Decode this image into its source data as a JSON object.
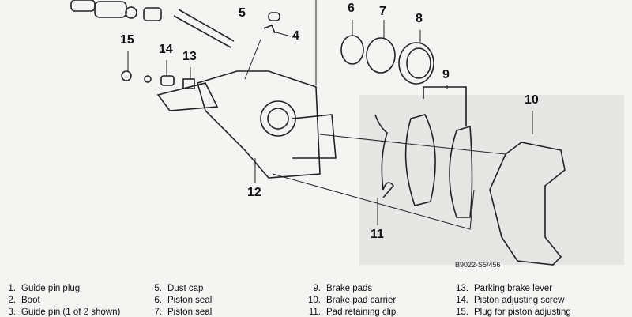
{
  "figure_code": "B9022-S5/456",
  "callouts": [
    "4",
    "5",
    "6",
    "7",
    "8",
    "9",
    "10",
    "11",
    "12",
    "13",
    "14",
    "15"
  ],
  "legend": [
    {
      "n": "1.",
      "t": "Guide pin plug"
    },
    {
      "n": "2.",
      "t": "Boot"
    },
    {
      "n": "3.",
      "t": "Guide pin (1 of 2 shown)"
    },
    {
      "n": "5.",
      "t": "Dust cap"
    },
    {
      "n": "6.",
      "t": "Piston seal"
    },
    {
      "n": "7.",
      "t": "Piston seal"
    },
    {
      "n": "9.",
      "t": "Brake pads"
    },
    {
      "n": "10.",
      "t": "Brake pad carrier"
    },
    {
      "n": "11.",
      "t": "Pad retaining clip"
    },
    {
      "n": "13.",
      "t": "Parking brake lever"
    },
    {
      "n": "14.",
      "t": "Piston adjusting screw"
    },
    {
      "n": "15.",
      "t": "Plug for piston adjusting"
    }
  ]
}
